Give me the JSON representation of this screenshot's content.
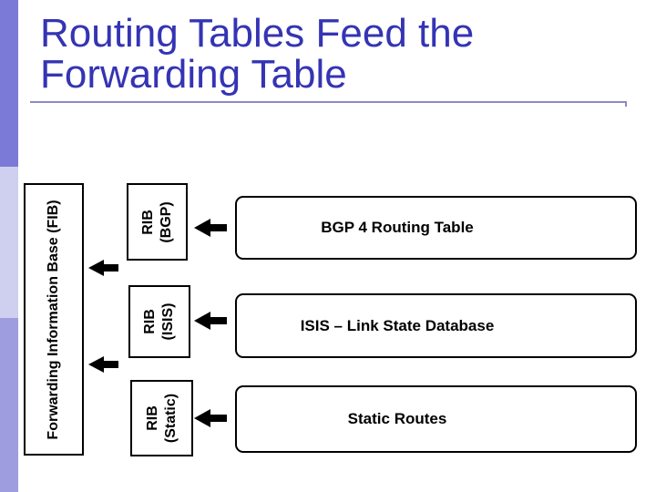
{
  "slide": {
    "title_line1": "Routing Tables Feed the",
    "title_line2": "Forwarding Table"
  },
  "colors": {
    "title_text": "#3434b4",
    "title_rule": "#8a8ac0",
    "accent_bar_top": "#7b7bd7",
    "accent_bar_middle": "#cfcfef",
    "accent_bar_bottom": "#9d9de0",
    "box_border": "#000000",
    "box_fill": "#ffffff",
    "arrow_fill": "#000000",
    "diagram_text": "#000000"
  },
  "icons": {
    "arrow": "left-block-arrow"
  },
  "diagram": {
    "fib": {
      "label": "Forwarding Information Base (FIB)"
    },
    "rib_boxes": [
      {
        "line1": "RIB",
        "line2": "(BGP)"
      },
      {
        "line1": "RIB",
        "line2": "(ISIS)"
      },
      {
        "line1": "RIB",
        "line2": "(Static)"
      }
    ],
    "source_boxes": [
      {
        "label": "BGP 4 Routing Table"
      },
      {
        "label": "ISIS – Link State Database"
      },
      {
        "label": "Static Routes"
      }
    ]
  }
}
